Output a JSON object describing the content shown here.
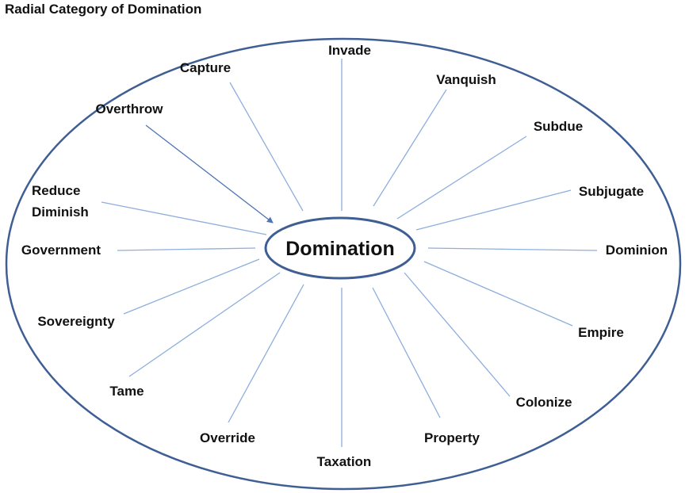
{
  "title": "Radial Category of Domination",
  "center": "Domination",
  "colors": {
    "outline": "#3f5f94",
    "spoke": "#8eaedc",
    "text": "#111111"
  },
  "terms": [
    [
      "Invade"
    ],
    [
      "Vanquish"
    ],
    [
      "Subdue"
    ],
    [
      "Subjugate"
    ],
    [
      "Dominion"
    ],
    [
      "Empire"
    ],
    [
      "Colonize"
    ],
    [
      "Property"
    ],
    [
      "Taxation"
    ],
    [
      "Override"
    ],
    [
      "Tame"
    ],
    [
      "Sovereignty"
    ],
    [
      "Government"
    ],
    [
      "Reduce",
      "Diminish"
    ],
    [
      "Overthrow"
    ],
    [
      "Capture"
    ]
  ]
}
